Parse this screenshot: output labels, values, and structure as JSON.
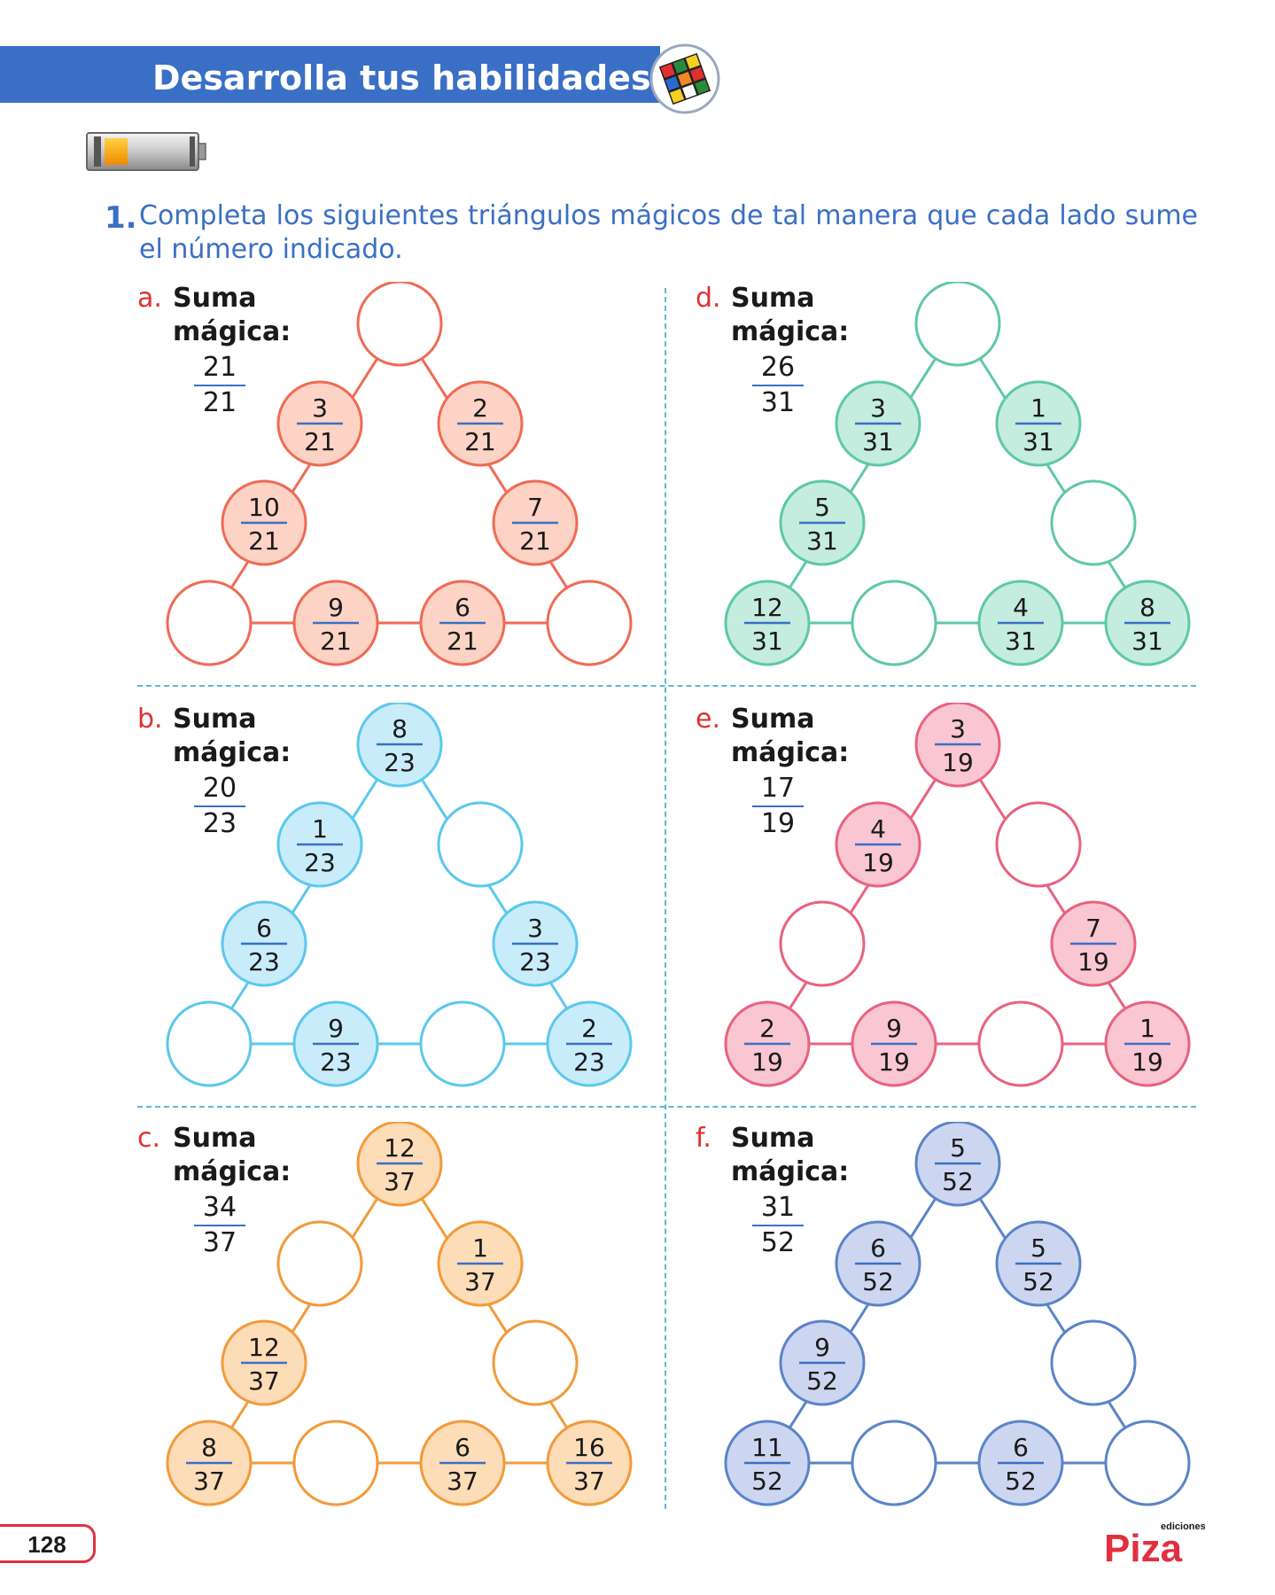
{
  "header": {
    "title": "Desarrolla tus habilidades"
  },
  "question": {
    "number": "1.",
    "text": "Completa los siguientes triángulos mágicos de tal manera que cada lado sume el número indicado."
  },
  "colors": {
    "a": {
      "stroke": "#ee6b55",
      "fill": "#fcd3c5"
    },
    "b": {
      "stroke": "#5bc8ec",
      "fill": "#c8ecfa"
    },
    "c": {
      "stroke": "#f29a3a",
      "fill": "#fddcb8"
    },
    "d": {
      "stroke": "#5ec8a8",
      "fill": "#c4ecdf"
    },
    "e": {
      "stroke": "#e8627e",
      "fill": "#f9c6d1"
    },
    "f": {
      "stroke": "#5a84c8",
      "fill": "#cdd6f0"
    }
  },
  "problems": [
    {
      "id": "a",
      "label": "a.",
      "title_line1": "Suma",
      "title_line2": "mágica:",
      "target": {
        "num": "21",
        "den": "21"
      },
      "circles": [
        {
          "pos": "top",
          "num": "",
          "den": ""
        },
        {
          "pos": "left-1",
          "num": "3",
          "den": "21"
        },
        {
          "pos": "left-2",
          "num": "10",
          "den": "21"
        },
        {
          "pos": "bottom-left",
          "num": "",
          "den": ""
        },
        {
          "pos": "bottom-1",
          "num": "9",
          "den": "21"
        },
        {
          "pos": "bottom-2",
          "num": "6",
          "den": "21"
        },
        {
          "pos": "bottom-right",
          "num": "",
          "den": ""
        },
        {
          "pos": "right-2",
          "num": "7",
          "den": "21"
        },
        {
          "pos": "right-1",
          "num": "2",
          "den": "21"
        }
      ]
    },
    {
      "id": "b",
      "label": "b.",
      "title_line1": "Suma",
      "title_line2": "mágica:",
      "target": {
        "num": "20",
        "den": "23"
      },
      "circles": [
        {
          "pos": "top",
          "num": "8",
          "den": "23"
        },
        {
          "pos": "left-1",
          "num": "1",
          "den": "23"
        },
        {
          "pos": "left-2",
          "num": "6",
          "den": "23"
        },
        {
          "pos": "bottom-left",
          "num": "",
          "den": ""
        },
        {
          "pos": "bottom-1",
          "num": "9",
          "den": "23"
        },
        {
          "pos": "bottom-2",
          "num": "",
          "den": ""
        },
        {
          "pos": "bottom-right",
          "num": "2",
          "den": "23"
        },
        {
          "pos": "right-2",
          "num": "3",
          "den": "23"
        },
        {
          "pos": "right-1",
          "num": "",
          "den": ""
        }
      ]
    },
    {
      "id": "c",
      "label": "c.",
      "title_line1": "Suma",
      "title_line2": "mágica:",
      "target": {
        "num": "34",
        "den": "37"
      },
      "circles": [
        {
          "pos": "top",
          "num": "12",
          "den": "37"
        },
        {
          "pos": "left-1",
          "num": "",
          "den": ""
        },
        {
          "pos": "left-2",
          "num": "12",
          "den": "37"
        },
        {
          "pos": "bottom-left",
          "num": "8",
          "den": "37"
        },
        {
          "pos": "bottom-1",
          "num": "",
          "den": ""
        },
        {
          "pos": "bottom-2",
          "num": "6",
          "den": "37"
        },
        {
          "pos": "bottom-right",
          "num": "16",
          "den": "37"
        },
        {
          "pos": "right-2",
          "num": "",
          "den": ""
        },
        {
          "pos": "right-1",
          "num": "1",
          "den": "37"
        }
      ]
    },
    {
      "id": "d",
      "label": "d.",
      "title_line1": "Suma",
      "title_line2": "mágica:",
      "target": {
        "num": "26",
        "den": "31"
      },
      "circles": [
        {
          "pos": "top",
          "num": "",
          "den": ""
        },
        {
          "pos": "left-1",
          "num": "3",
          "den": "31"
        },
        {
          "pos": "left-2",
          "num": "5",
          "den": "31"
        },
        {
          "pos": "bottom-left",
          "num": "12",
          "den": "31"
        },
        {
          "pos": "bottom-1",
          "num": "",
          "den": ""
        },
        {
          "pos": "bottom-2",
          "num": "4",
          "den": "31"
        },
        {
          "pos": "bottom-right",
          "num": "8",
          "den": "31"
        },
        {
          "pos": "right-2",
          "num": "",
          "den": ""
        },
        {
          "pos": "right-1",
          "num": "1",
          "den": "31"
        }
      ]
    },
    {
      "id": "e",
      "label": "e.",
      "title_line1": "Suma",
      "title_line2": "mágica:",
      "target": {
        "num": "17",
        "den": "19"
      },
      "circles": [
        {
          "pos": "top",
          "num": "3",
          "den": "19"
        },
        {
          "pos": "left-1",
          "num": "4",
          "den": "19"
        },
        {
          "pos": "left-2",
          "num": "",
          "den": ""
        },
        {
          "pos": "bottom-left",
          "num": "2",
          "den": "19"
        },
        {
          "pos": "bottom-1",
          "num": "9",
          "den": "19"
        },
        {
          "pos": "bottom-2",
          "num": "",
          "den": ""
        },
        {
          "pos": "bottom-right",
          "num": "1",
          "den": "19"
        },
        {
          "pos": "right-2",
          "num": "7",
          "den": "19"
        },
        {
          "pos": "right-1",
          "num": "",
          "den": ""
        }
      ]
    },
    {
      "id": "f",
      "label": "f.",
      "title_line1": "Suma",
      "title_line2": "mágica:",
      "target": {
        "num": "31",
        "den": "52"
      },
      "circles": [
        {
          "pos": "top",
          "num": "5",
          "den": "52"
        },
        {
          "pos": "left-1",
          "num": "6",
          "den": "52"
        },
        {
          "pos": "left-2",
          "num": "9",
          "den": "52"
        },
        {
          "pos": "bottom-left",
          "num": "11",
          "den": "52"
        },
        {
          "pos": "bottom-1",
          "num": "",
          "den": ""
        },
        {
          "pos": "bottom-2",
          "num": "6",
          "den": "52"
        },
        {
          "pos": "bottom-right",
          "num": "",
          "den": ""
        },
        {
          "pos": "right-2",
          "num": "",
          "den": ""
        },
        {
          "pos": "right-1",
          "num": "5",
          "den": "52"
        }
      ]
    }
  ],
  "footer": {
    "page_number": "128",
    "publisher_small": "ediciones",
    "publisher": "Piza"
  }
}
